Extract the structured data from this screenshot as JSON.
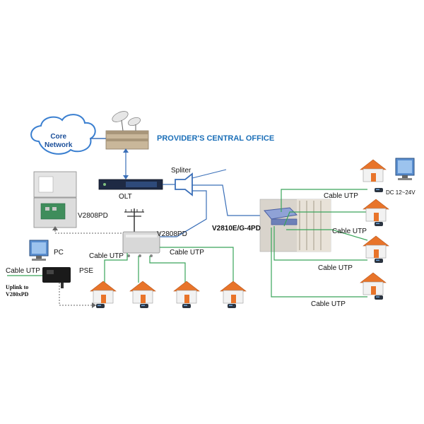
{
  "labels": {
    "core_network": "Core\nNetwork",
    "central_office": "PROVIDER'S CENTRAL OFFICE",
    "olt": "OLT",
    "splitter": "Spliter",
    "v2808pd_box": "V2808PD",
    "v2808pd_pole": "V2808PD",
    "v2810e": "V2810E/G-4PD",
    "pc": "PC",
    "cable_utp_pse": "Cable UTP",
    "pse": "PSE",
    "uplink": "Uplink to\nV280xPD",
    "cable_utp_left1": "Cable UTP",
    "cable_utp_left2": "Cable UTP",
    "cable_utp_r1": "Cable UTP",
    "cable_utp_r2": "Cable UTP",
    "cable_utp_r3": "Cable UTP",
    "cable_utp_r4": "Cable UTP",
    "dc": "DC 12~24V"
  },
  "colors": {
    "green_line": "#3aa55a",
    "blue_line": "#3a6fb8",
    "house_roof": "#e8742a",
    "house_wall": "#f2f2f2",
    "device_gray": "#d8d8d8",
    "cloud_stroke": "#3a7fd0"
  }
}
